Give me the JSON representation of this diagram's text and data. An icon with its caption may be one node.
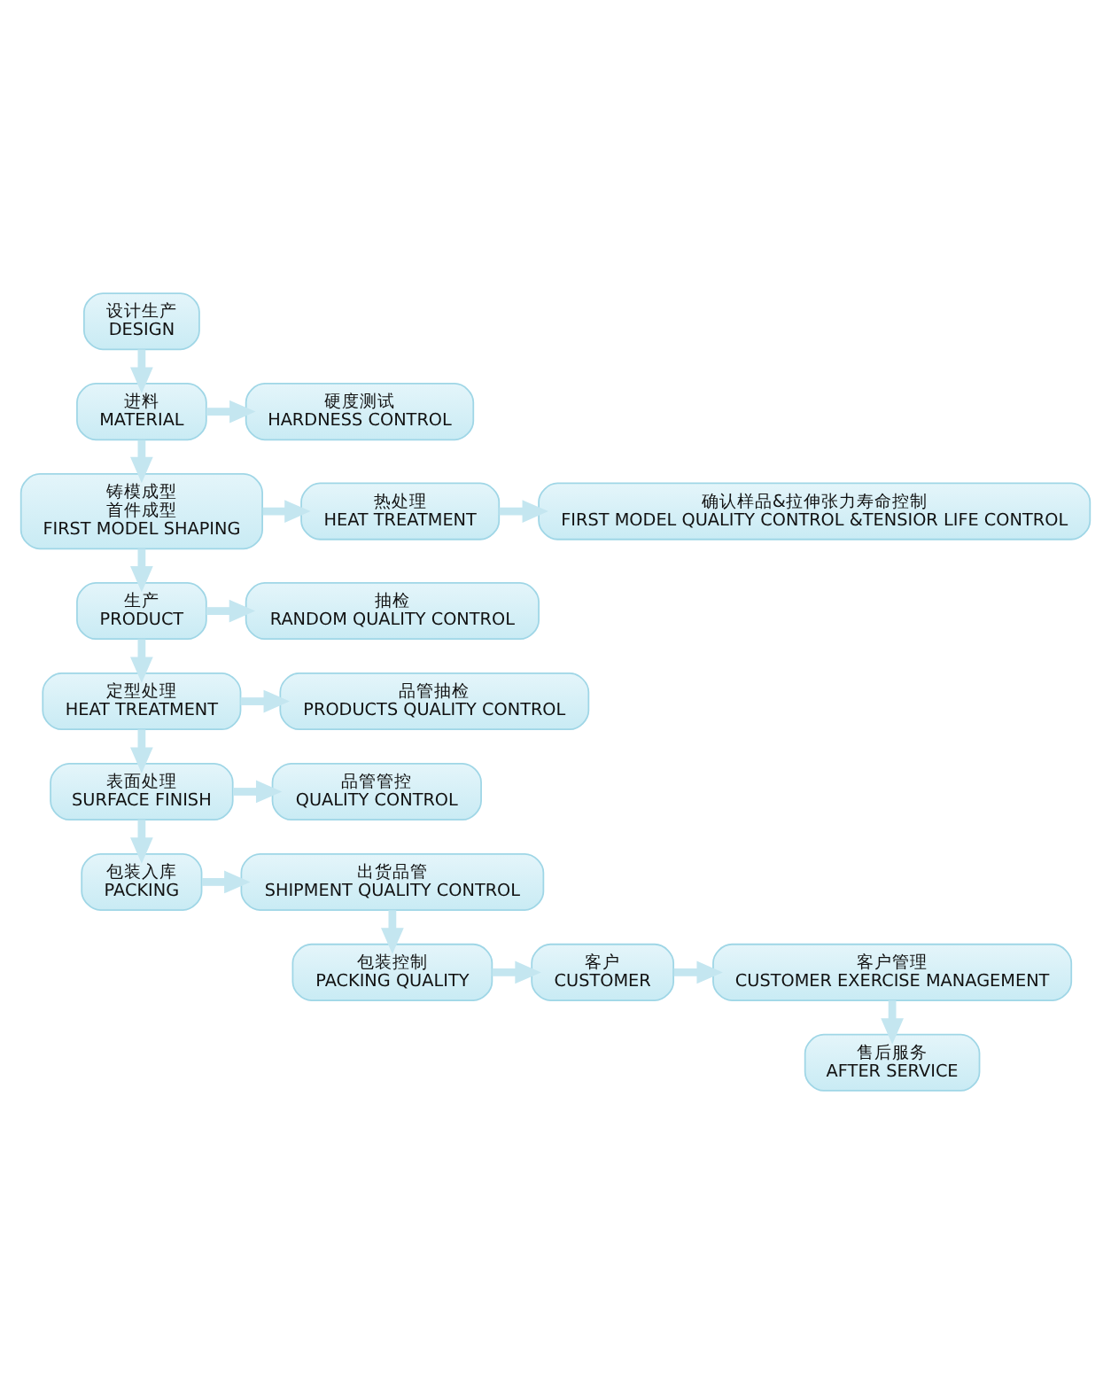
{
  "diagram": {
    "nodes": [
      {
        "text": [
          "设计生产",
          "DESIGN"
        ]
      },
      {
        "text": [
          "进料",
          "MATERIAL"
        ]
      },
      {
        "text": [
          "硬度测试",
          "HARDNESS CONTROL"
        ]
      },
      {
        "text": [
          "铸模成型",
          "首件成型",
          "FIRST MODEL SHAPING"
        ]
      },
      {
        "text": [
          "热处理",
          "HEAT TREATMENT"
        ]
      },
      {
        "text": [
          "确认样品&拉伸张力寿命控制",
          "FIRST MODEL QUALITY CONTROL &TENSIOR LIFE CONTROL"
        ]
      },
      {
        "text": [
          "生产",
          "PRODUCT"
        ]
      },
      {
        "text": [
          "抽检",
          "RANDOM QUALITY CONTROL"
        ]
      },
      {
        "text": [
          "定型处理",
          "HEAT TREATMENT"
        ]
      },
      {
        "text": [
          "品管抽检",
          "PRODUCTS QUALITY CONTROL"
        ]
      },
      {
        "text": [
          "表面处理",
          "SURFACE FINISH"
        ]
      },
      {
        "text": [
          "品管管控",
          "QUALITY CONTROL"
        ]
      },
      {
        "text": [
          "包装入库",
          "PACKING"
        ]
      },
      {
        "text": [
          "出货品管",
          "SHIPMENT QUALITY CONTROL"
        ]
      },
      {
        "text": [
          "包装控制",
          "PACKING QUALITY"
        ]
      },
      {
        "text": [
          "客户",
          "CUSTOMER"
        ]
      },
      {
        "text": [
          "客户管理",
          "CUSTOMER EXERCISE MANAGEMENT"
        ]
      },
      {
        "text": [
          "售后服务",
          "AFTER SERVICE"
        ]
      }
    ],
    "edges": [
      {
        "from": 0,
        "to": 1,
        "arrow": "to"
      },
      {
        "from": 1,
        "to": 2,
        "arrow": "to"
      },
      {
        "from": 1,
        "to": 3,
        "arrow": "to"
      },
      {
        "from": 3,
        "to": 4,
        "arrow": "to"
      },
      {
        "from": 4,
        "to": 5,
        "arrow": "to"
      },
      {
        "from": 3,
        "to": 6,
        "arrow": "to"
      },
      {
        "from": 6,
        "to": 7,
        "arrow": "to"
      },
      {
        "from": 6,
        "to": 8,
        "arrow": "to"
      },
      {
        "from": 8,
        "to": 9,
        "arrow": "to"
      },
      {
        "from": 8,
        "to": 10,
        "arrow": "to"
      },
      {
        "from": 10,
        "to": 11,
        "arrow": "to"
      },
      {
        "from": 10,
        "to": 12,
        "arrow": "to"
      },
      {
        "from": 12,
        "to": 13,
        "arrow": "to"
      },
      {
        "from": 13,
        "to": 14,
        "arrow": "to"
      },
      {
        "from": 14,
        "to": 15,
        "arrow": "to"
      },
      {
        "from": 15,
        "to": 16,
        "arrow": "to"
      },
      {
        "from": 16,
        "to": 17,
        "arrow": "to"
      }
    ]
  }
}
